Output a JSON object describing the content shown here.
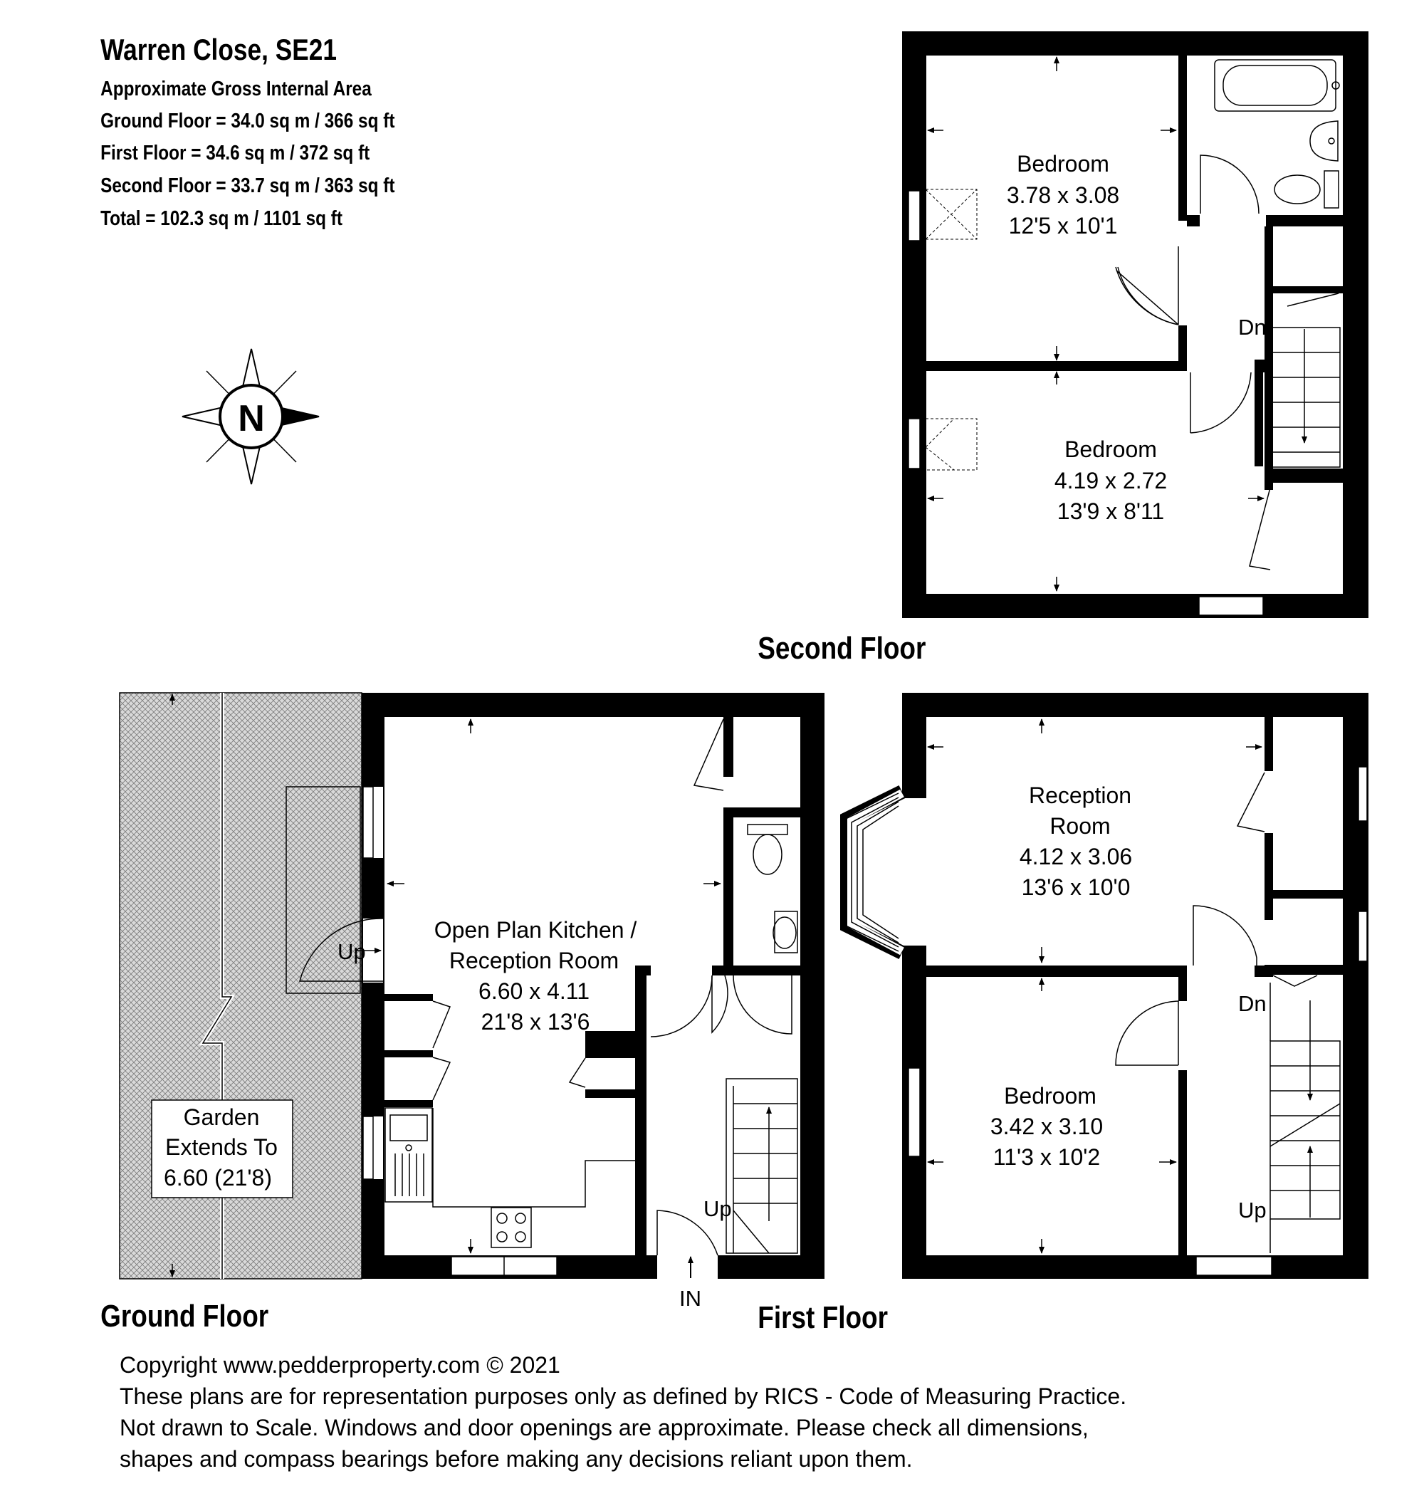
{
  "header": {
    "title": "Warren Close, SE21",
    "subtitle": "Approximate Gross Internal Area",
    "ground": "Ground Floor = 34.0 sq m / 366 sq ft",
    "first": "First Floor = 34.6 sq m / 372 sq ft",
    "second": "Second Floor = 33.7 sq m / 363 sq ft",
    "total": "Total = 102.3 sq m / 1101 sq ft"
  },
  "compass": {
    "letter": "N"
  },
  "floors": {
    "second": {
      "title": "Second Floor",
      "bedroom1": {
        "name": "Bedroom",
        "metric": "3.78 x 3.08",
        "imperial": "12'5 x 10'1"
      },
      "bedroom2": {
        "name": "Bedroom",
        "metric": "4.19 x 2.72",
        "imperial": "13'9 x 8'11"
      },
      "stairs_down": "Dn"
    },
    "first": {
      "title": "First Floor",
      "reception": {
        "name1": "Reception",
        "name2": "Room",
        "metric": "4.12 x 3.06",
        "imperial": "13'6 x 10'0"
      },
      "bedroom": {
        "name": "Bedroom",
        "metric": "3.42 x 3.10",
        "imperial": "11'3 x 10'2"
      },
      "stairs_down": "Dn",
      "stairs_up": "Up"
    },
    "ground": {
      "title": "Ground Floor",
      "kitchen": {
        "name1": "Open Plan Kitchen /",
        "name2": "Reception Room",
        "metric": "6.60 x 4.11",
        "imperial": "21'8 x 13'6"
      },
      "garden": {
        "line1": "Garden",
        "line2": "Extends To",
        "line3": "6.60 (21'8)"
      },
      "step_up": "Up",
      "stairs_up": "Up",
      "entrance": "IN"
    }
  },
  "footer": {
    "line1": "Copyright www.pedderproperty.com © 2021",
    "line2": "These plans are for representation purposes only as defined by RICS - Code of Measuring Practice.",
    "line3": "Not drawn to Scale. Windows and door openings are approximate. Please check all dimensions,",
    "line4": "shapes and compass bearings before making any decisions reliant upon them."
  }
}
